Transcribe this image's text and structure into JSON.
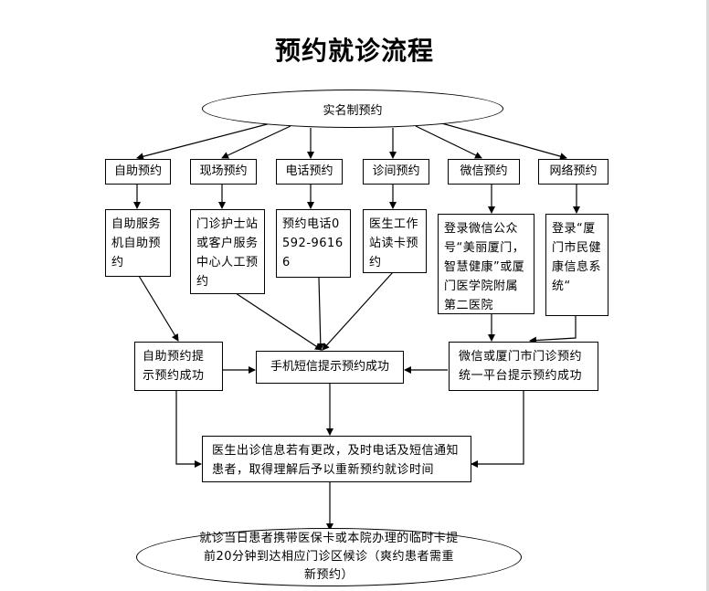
{
  "title": "预约就诊流程",
  "top": "实名制预约",
  "methods": [
    "自助预约",
    "现场预约",
    "电话预约",
    "诊间预约",
    "微信预约",
    "网络预约"
  ],
  "details": [
    "自助服务机自助预约",
    "门诊护士站或客户服务中心人工预约",
    "预约电话0592-96166",
    "医生工作站读卡预约",
    "登录微信公众号“美丽厦门，智慧健康”或厦门医学院附属第二医院",
    "登录“厦门市民健康信息系统“"
  ],
  "results": {
    "left": "自助预约提示预约成功",
    "center": "手机短信提示预约成功",
    "right": "微信或厦门市门诊预约统一平台提示预约成功"
  },
  "notice": "医生出诊信息若有更改，及时电话及短信通知患者，取得理解后予以重新预约就诊时间",
  "final": "就诊当日患者携带医保卡或本院办理的临时卡提前20分钟到达相应门诊区候诊（爽约患者需重新预约）"
}
